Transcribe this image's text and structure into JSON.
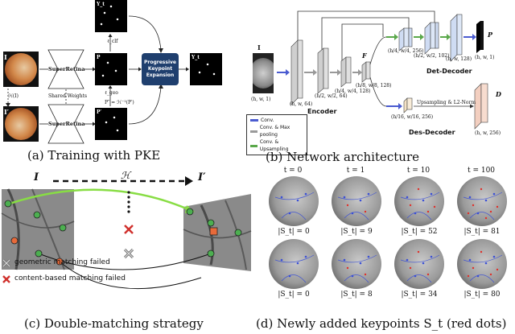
{
  "panel_a": {
    "caption": "(a)   Training with PKE",
    "input_top_label": "I",
    "input_bottom_label": "I′",
    "transform_label": "ℋ(I)",
    "net_top": "SuperRetina",
    "net_bottom": "SuperRetina",
    "shared_weights": "Shared Weights",
    "p_label": "P",
    "p_prime_label": "P′",
    "yt_label": "Y_t",
    "yt1_label": "Y_t",
    "l_clf": "ℓ_clf",
    "l_geo": "ℓ_geo",
    "warp_eq": "P″ = ℋ⁻¹(P′)",
    "pke_box": "Progressive Keypoint Expansion"
  },
  "panel_b": {
    "caption": "(b)   Network architecture",
    "input_label": "I",
    "input_dim": "(h, w, 1)",
    "encoder_label": "Encoder",
    "f_label": "F",
    "enc_dims": [
      "(h, w, 64)",
      "(h/2, w/2, 64)",
      "(h/4, w/4, 128)",
      "(h/8, w/8, 128)"
    ],
    "det_dims": [
      "(h/4, w/4, 256)",
      "(h/2, w/2, 102)",
      "(h, w, 128)"
    ],
    "det_label": "Det-Decoder",
    "p_label": "P",
    "p_dim": "(h, w, 1)",
    "des_label": "Des-Decoder",
    "upsampling_label": "Upsampling & L2-Norm",
    "des_dim_small": "(h/16, w/16, 256)",
    "d_label": "D",
    "d_dim": "(h, w, 256)",
    "legend": [
      "Conv.",
      "Conv. & Max pooling",
      "Conv. & Upsampling"
    ],
    "legend_colors": [
      "#4a5bd0",
      "#9a9a9a",
      "#5aa84a"
    ]
  },
  "panel_c": {
    "caption": "(c)   Double-matching strategy",
    "left_label": "I",
    "right_label": "I′",
    "h_label": "ℋ",
    "legend_geo": "geometric matching failed",
    "legend_content": "content-based matching failed"
  },
  "panel_d": {
    "caption": "(d)   Newly added keypoints S_t (red dots)",
    "time_labels": [
      "t = 0",
      "t = 1",
      "t = 10",
      "t = 100"
    ],
    "row1_counts": [
      "|S_t| = 0",
      "|S_t| = 9",
      "|S_t| = 52",
      "|S_t| = 81"
    ],
    "row2_counts": [
      "|S_t| = 0",
      "|S_t| = 8",
      "|S_t| = 34",
      "|S_t| = 80"
    ]
  }
}
